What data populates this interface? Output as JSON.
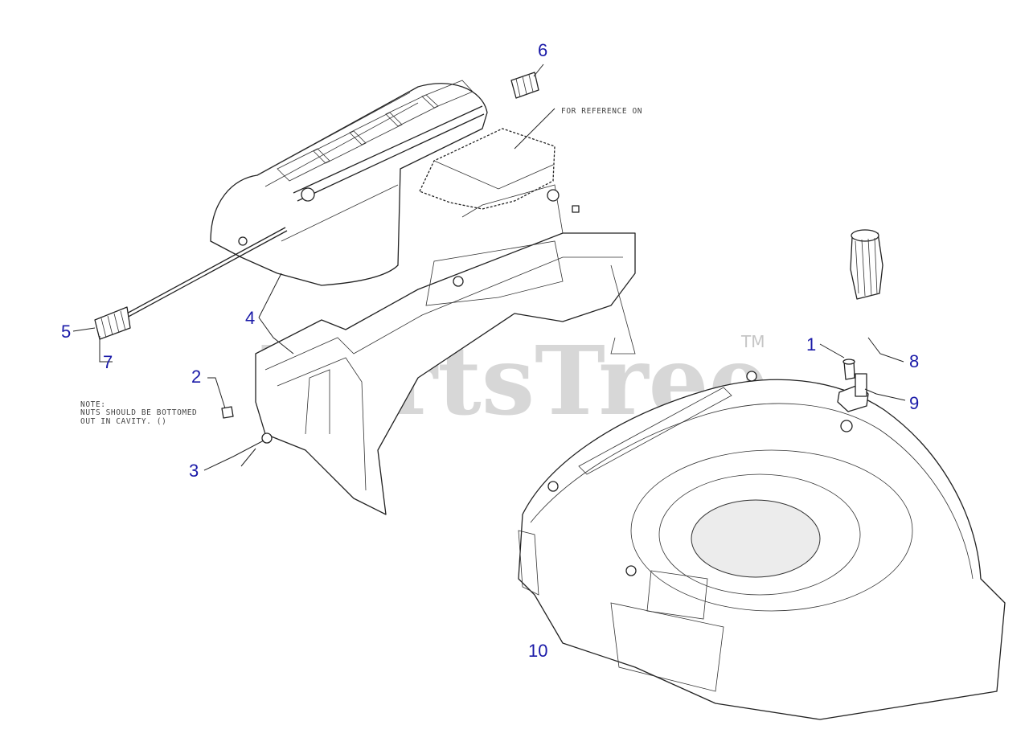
{
  "diagram": {
    "callouts": [
      {
        "id": "1",
        "label": "1"
      },
      {
        "id": "2",
        "label": "2"
      },
      {
        "id": "3",
        "label": "3"
      },
      {
        "id": "4",
        "label": "4"
      },
      {
        "id": "5",
        "label": "5"
      },
      {
        "id": "6",
        "label": "6"
      },
      {
        "id": "7",
        "label": "7"
      },
      {
        "id": "8",
        "label": "8"
      },
      {
        "id": "9",
        "label": "9"
      },
      {
        "id": "10",
        "label": "10"
      }
    ],
    "reference_note": "FOR REFERENCE ON",
    "nuts_note": {
      "line1": "NOTE:",
      "line2": "NUTS SHOULD BE BOTTOMED",
      "line3": "OUT IN CAVITY. ()"
    },
    "watermark": {
      "text": "PartsTree",
      "tm": "TM"
    }
  }
}
